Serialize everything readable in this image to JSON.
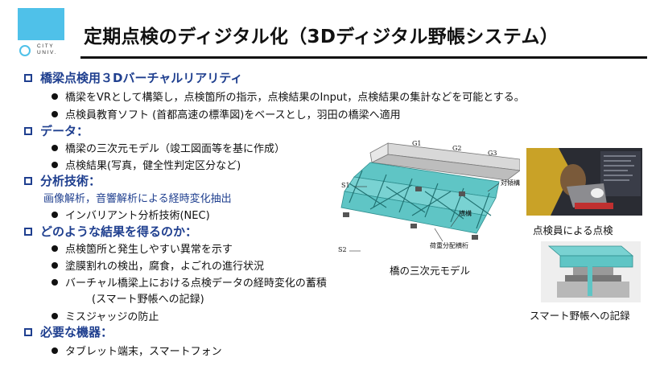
{
  "header": {
    "logo_line1": "CITY",
    "logo_line2": "UNIV.",
    "title": "定期点検のディジタル化（3Dディジタル野帳システム）"
  },
  "sections": [
    {
      "heading": "橋梁点検用３Dバーチャルリアリティ",
      "items": [
        "橋梁をVRとして構築し，点検箇所の指示，点検結果のInput，点検結果の集計などを可能とする。",
        "点検員教育ソフト (首都高速の標準図)をベースとし，羽田の橋梁へ適用"
      ]
    },
    {
      "heading": "データ：",
      "items": [
        "橋梁の三次元モデル（竣工図面等を基に作成）",
        "点検結果(写真，健全性判定区分など)"
      ]
    },
    {
      "heading": "分析技術：",
      "subtext": "画像解析，音響解析による経時変化抽出",
      "items": [
        "インバリアント分析技術(NEC)"
      ]
    },
    {
      "heading": "どのような結果を得るのか：",
      "items": [
        "点検箇所と発生しやすい異常を示す",
        "塗膜割れの検出，腐食，よごれの進行状況",
        "バーチャル橋梁上における点検データの経時変化の蓄積",
        "ミスジャッジの防止"
      ],
      "continuation": "(スマート野帳への記録)"
    },
    {
      "heading": "必要な機器：",
      "items": [
        "タブレット端末，スマートフォン"
      ]
    }
  ],
  "figures": {
    "bridge": {
      "caption": "橋の三次元モデル",
      "labels": {
        "g1": "G1",
        "g2": "G2",
        "g3": "G3",
        "s1": "S1",
        "s2": "S2",
        "cross_frame": "対傾構",
        "lateral": "横構",
        "load_beam": "荷重分配横桁"
      }
    },
    "inspector_caption": "点検員による点検",
    "smart_caption": "スマート野帳への記録"
  },
  "colors": {
    "accent": "#1f3f8f",
    "logo": "#4fc1e9",
    "steel": "#5fc5c5"
  }
}
